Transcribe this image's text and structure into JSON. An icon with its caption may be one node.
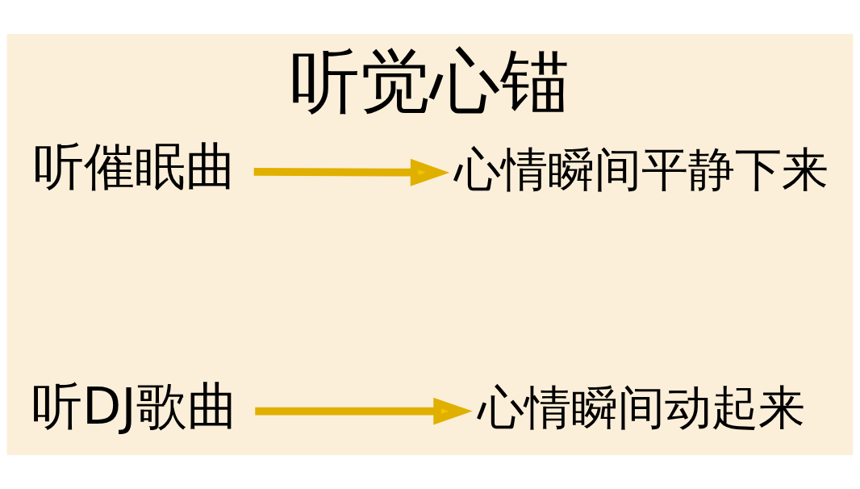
{
  "diagram": {
    "title": "听觉心锚",
    "nodes": [
      {
        "text": [
          "听催眠曲"
        ]
      },
      {
        "text": [
          "心情瞬间平静下来"
        ]
      },
      {
        "text": [
          "听DJ歌曲"
        ]
      },
      {
        "text": [
          "心情瞬间动起来"
        ]
      }
    ],
    "edges": [
      {
        "from": 0,
        "to": 1,
        "arrow": "to"
      },
      {
        "from": 2,
        "to": 3,
        "arrow": "to"
      }
    ]
  }
}
